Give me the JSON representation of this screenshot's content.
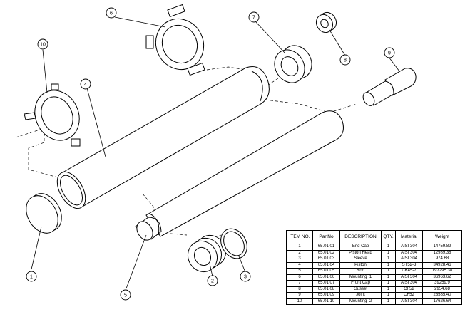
{
  "balloons": [
    {
      "label": "1"
    },
    {
      "label": "2"
    },
    {
      "label": "3"
    },
    {
      "label": "4"
    },
    {
      "label": "5"
    },
    {
      "label": "6"
    },
    {
      "label": "7"
    },
    {
      "label": "8"
    },
    {
      "label": "9"
    },
    {
      "label": "10"
    }
  ],
  "bom": {
    "headers": [
      "ITEM NO.",
      "PartNo",
      "DESCRIPTION",
      "QTY.",
      "Material",
      "Weight"
    ],
    "rows": [
      [
        "1",
        "65.01.01",
        "End Cap",
        "1",
        "AISI 304",
        "14759.89"
      ],
      [
        "2",
        "65.01.02",
        "Piston Head",
        "1",
        "AISI 304",
        "12989.38"
      ],
      [
        "3",
        "65.01.03",
        "Sleeve",
        "1",
        "AISI 304",
        "974.68"
      ],
      [
        "4",
        "65.01.04",
        "Piston",
        "1",
        "ST52-3",
        "34928.46"
      ],
      [
        "5",
        "65.01.05",
        "Rod",
        "1",
        "CK45-7",
        "197295.38"
      ],
      [
        "6",
        "65.01.06",
        "Mounting_1",
        "1",
        "AISI 304",
        "36963.62"
      ],
      [
        "7",
        "65.01.07",
        "Front Cap",
        "1",
        "AISI 304",
        "39259.9"
      ],
      [
        "8",
        "65.01.08",
        "Gusset",
        "1",
        "CF52",
        "2954.68"
      ],
      [
        "9",
        "65.01.09",
        "Joint",
        "1",
        "CF52",
        "28585.40"
      ],
      [
        "10",
        "65.01.10",
        "Mounting_2",
        "1",
        "AISI 304",
        "17626.64"
      ]
    ]
  }
}
